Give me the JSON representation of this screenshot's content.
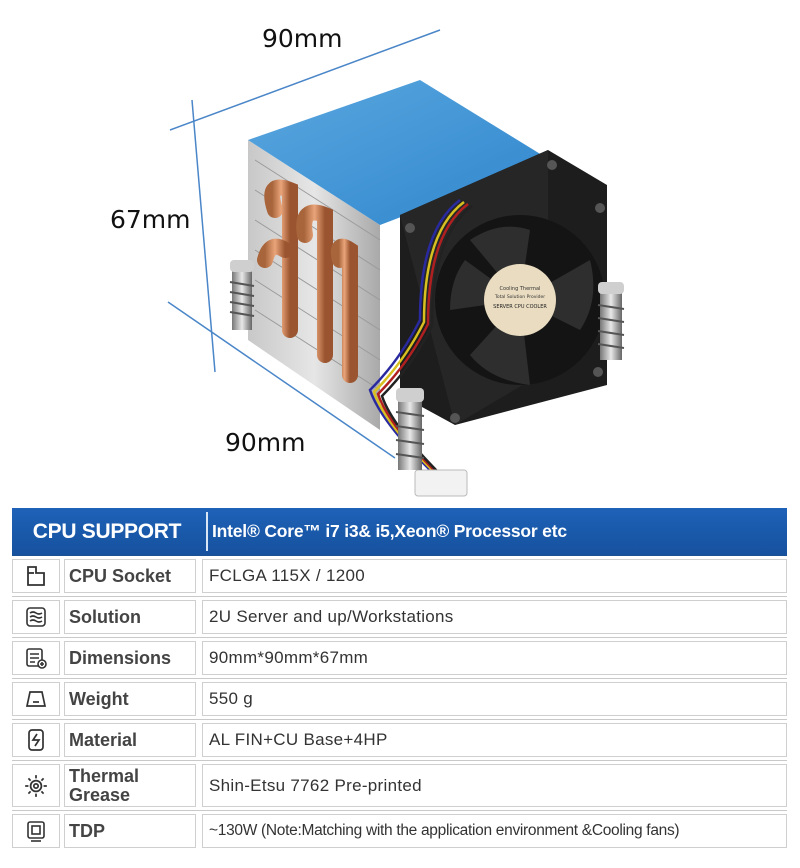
{
  "dimensions": {
    "width": "90mm",
    "height": "67mm",
    "depth": "90mm"
  },
  "fan_label": {
    "brand": "Cooling Thermal",
    "tagline": "Total Solution Provider",
    "model": "SERVER CPU COOLER"
  },
  "spec_table": {
    "header": {
      "label": "CPU SUPPORT",
      "value": "Intel® Core™ i7 i3& i5,Xeon® Processor etc"
    },
    "rows": [
      {
        "icon": "socket-icon",
        "label": "CPU Socket",
        "value": "FCLGA 115X / 1200"
      },
      {
        "icon": "fins-icon",
        "label": "Solution",
        "value": "2U Server and up/Workstations"
      },
      {
        "icon": "dimensions-icon",
        "label": "Dimensions",
        "value": "90mm*90mm*67mm"
      },
      {
        "icon": "weight-icon",
        "label": "Weight",
        "value": "550 g"
      },
      {
        "icon": "material-icon",
        "label": "Material",
        "value": "AL FIN+CU Base+4HP"
      },
      {
        "icon": "thermal-grease-icon",
        "label": "Thermal Grease",
        "value": "Shin-Etsu 7762 Pre-printed"
      },
      {
        "icon": "tdp-icon",
        "label": "TDP",
        "value": "~130W (Note:Matching with the application environment &Cooling fans)"
      }
    ]
  }
}
